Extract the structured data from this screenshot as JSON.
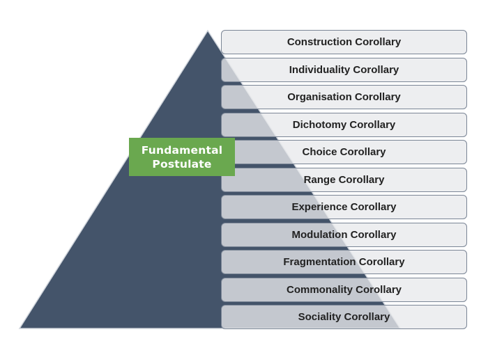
{
  "colors": {
    "pyramid_fill": "#44546a",
    "pyramid_edge": "#d0d5dc",
    "postulate_fill": "#6aa84f",
    "box_fill": "#e8e9ec",
    "box_border": "#7a8595",
    "box_text": "#222222"
  },
  "postulate": {
    "line1": "Fundamental",
    "line2": "Postulate"
  },
  "corollaries": [
    "Construction Corollary",
    "Individuality Corollary",
    "Organisation Corollary",
    "Dichotomy Corollary",
    "Choice Corollary",
    "Range Corollary",
    "Experience Corollary",
    "Modulation Corollary",
    "Fragmentation Corollary",
    "Commonality Corollary",
    "Sociality Corollary"
  ]
}
